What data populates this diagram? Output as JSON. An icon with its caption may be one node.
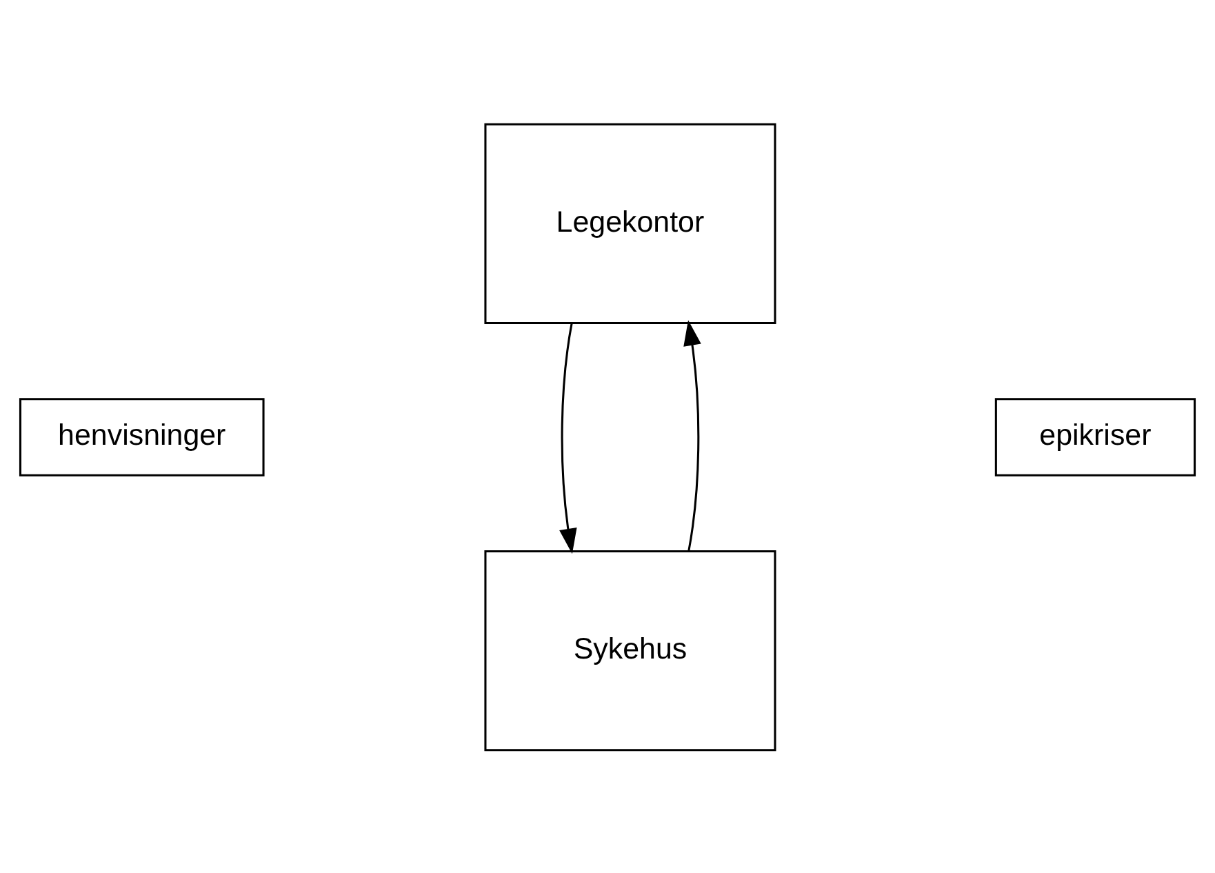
{
  "diagram": {
    "nodes": [
      {
        "text": [
          "Legekontor"
        ]
      },
      {
        "text": [
          "henvisninger"
        ]
      },
      {
        "text": [
          "epikriser"
        ]
      },
      {
        "text": [
          "Sykehus"
        ]
      }
    ],
    "edges": [
      {
        "from": 0,
        "to": 3,
        "arrow": "to"
      },
      {
        "from": 3,
        "to": 0,
        "arrow": "to"
      }
    ]
  }
}
